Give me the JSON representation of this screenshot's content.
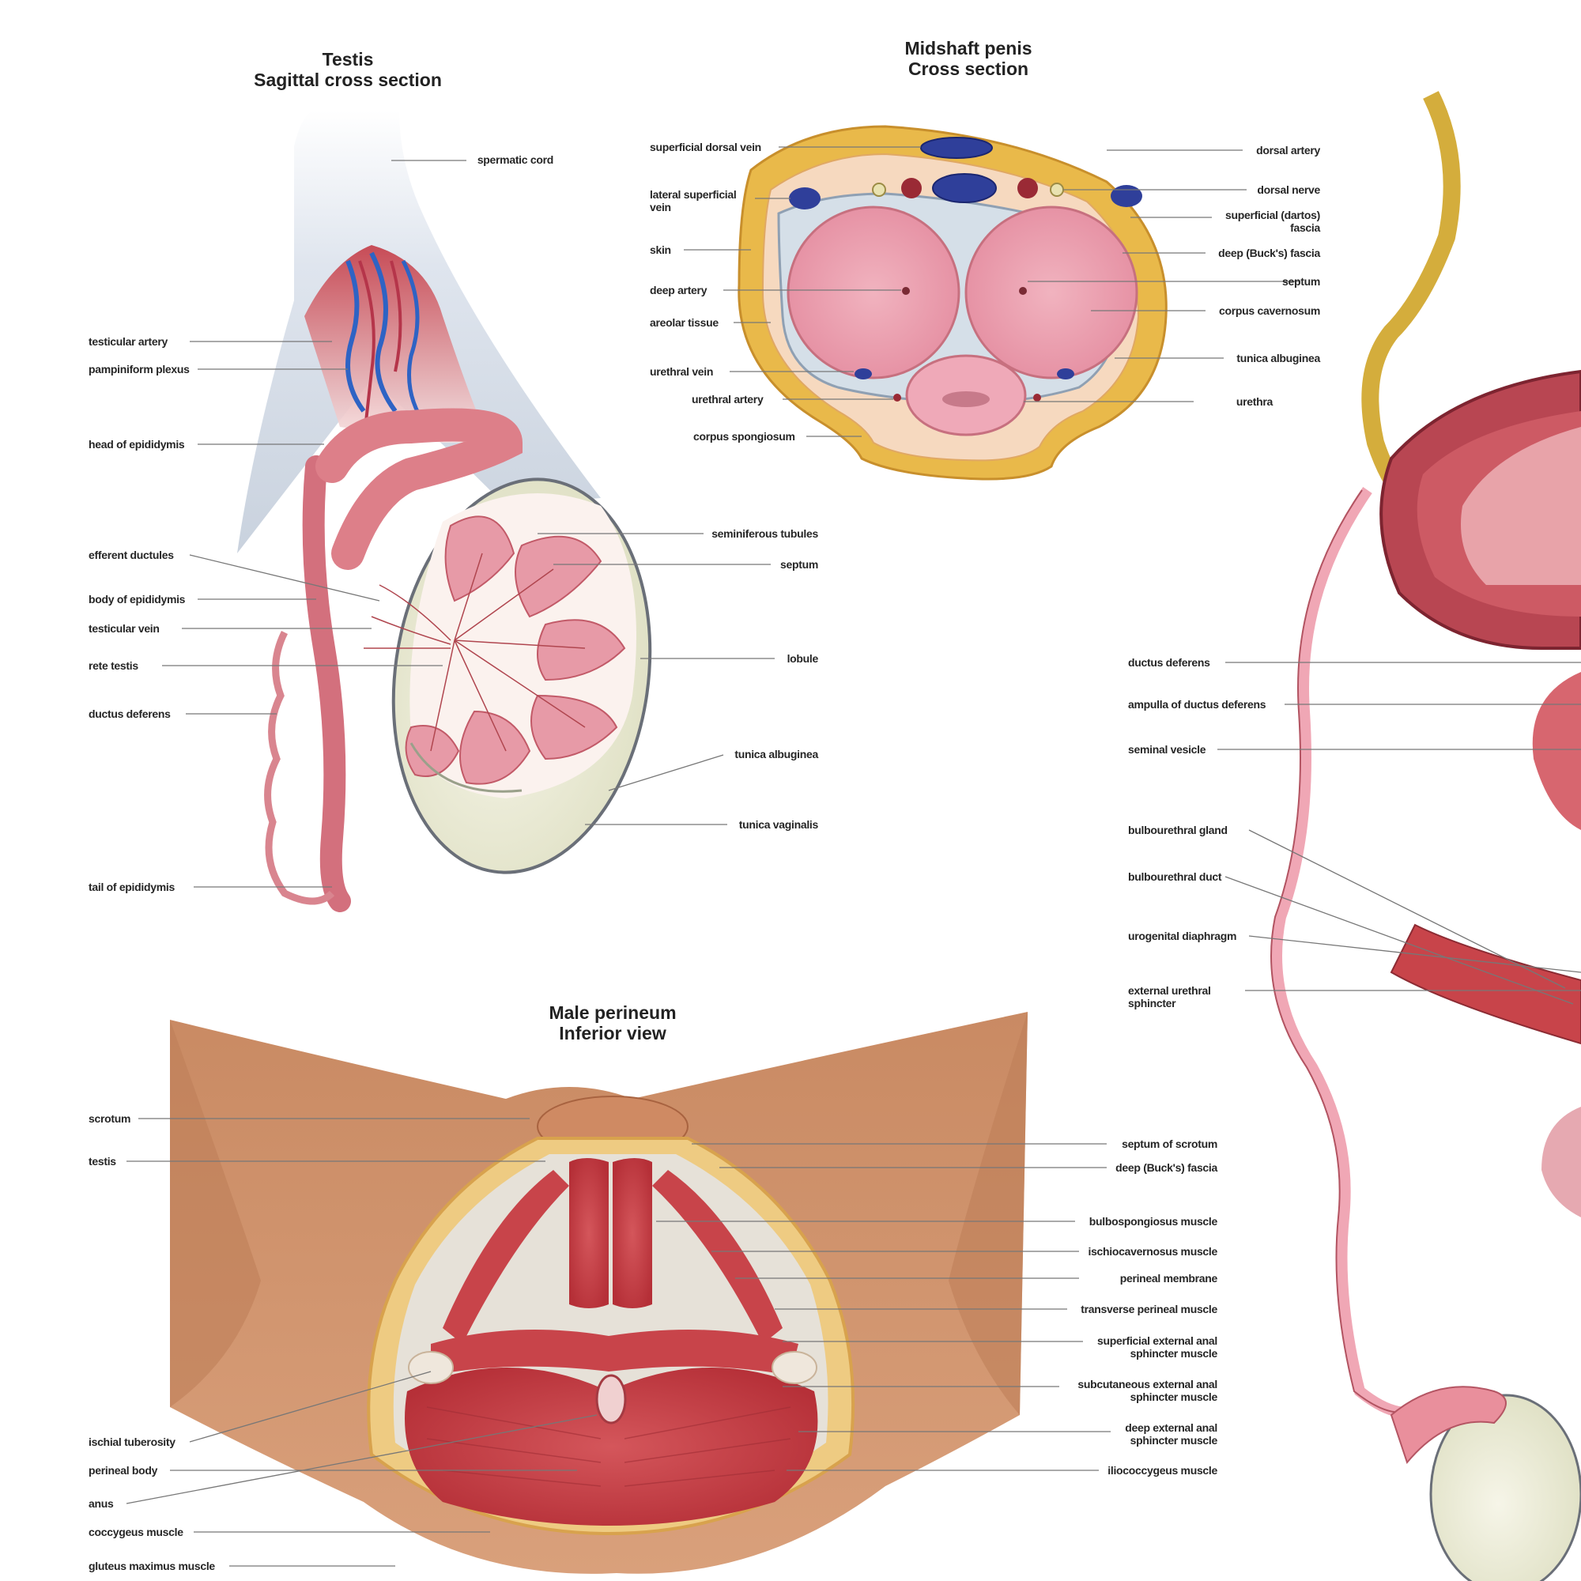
{
  "panels": {
    "testis": {
      "title": "Testis",
      "subtitle": "Sagittal cross section",
      "labels": {
        "spermatic_cord": "spermatic cord",
        "testicular_artery": "testicular artery",
        "pampiniform_plexus": "pampiniform plexus",
        "head_of_epididymis": "head of epididymis",
        "efferent_ductules": "efferent ductules",
        "body_of_epididymis": "body of epididymis",
        "testicular_vein": "testicular vein",
        "rete_testis": "rete testis",
        "ductus_deferens": "ductus deferens",
        "tail_of_epididymis": "tail of epididymis",
        "seminiferous_tubules": "seminiferous tubules",
        "septum": "septum",
        "lobule": "lobule",
        "tunica_albuginea": "tunica albuginea",
        "tunica_vaginalis": "tunica vaginalis"
      }
    },
    "penis": {
      "title": "Midshaft penis",
      "subtitle": "Cross section",
      "labels": {
        "superficial_dorsal_vein": "superficial dorsal vein",
        "lateral_superficial_vein": "lateral superficial vein",
        "skin": "skin",
        "deep_artery": "deep artery",
        "areolar_tissue": "areolar tissue",
        "urethral_vein": "urethral vein",
        "urethral_artery": "urethral artery",
        "corpus_spongiosum": "corpus spongiosum",
        "dorsal_artery": "dorsal artery",
        "dorsal_nerve": "dorsal nerve",
        "superficial_fascia": "superficial (dartos) fascia",
        "deep_fascia": "deep (Buck's) fascia",
        "septum": "septum",
        "corpus_cavernosum": "corpus cavernosum",
        "tunica_albuginea": "tunica albuginea",
        "urethra": "urethra"
      }
    },
    "perineum": {
      "title": "Male perineum",
      "subtitle": "Inferior view",
      "labels": {
        "scrotum": "scrotum",
        "testis": "testis",
        "ischial_tuberosity": "ischial tuberosity",
        "perineal_body": "perineal body",
        "anus": "anus",
        "coccygeus_muscle": "coccygeus muscle",
        "gluteus_maximus_muscle": "gluteus maximus muscle",
        "septum_of_scrotum": "septum of scrotum",
        "deep_fascia": "deep (Buck's) fascia",
        "bulbospongiosus_muscle": "bulbospongiosus muscle",
        "ischiocavernosus_muscle": "ischiocavernosus muscle",
        "perineal_membrane": "perineal membrane",
        "transverse_perineal_muscle": "transverse perineal muscle",
        "superficial_external_anal_sphincter": "superficial external anal sphincter muscle",
        "subcutaneous_external_anal_sphincter": "subcutaneous external anal sphincter muscle",
        "deep_external_anal_sphincter": "deep external anal sphincter muscle",
        "iliococcygeus_muscle": "iliococcygeus muscle"
      }
    },
    "sagittal": {
      "labels": {
        "ductus_deferens": "ductus deferens",
        "ampulla_of_ductus_deferens": "ampulla of ductus deferens",
        "seminal_vesicle": "seminal vesicle",
        "bulbourethral_gland": "bulbourethral gland",
        "bulbourethral_duct": "bulbourethral duct",
        "urogenital_diaphragm": "urogenital diaphragm",
        "external_urethral_sphincter": "external urethral sphincter"
      }
    }
  },
  "colors": {
    "muscle": "#c8444a",
    "skin": "#c98a63",
    "fat": "#e9b94a",
    "vein": "#2f3f9a",
    "corpus": "#e7a0ae",
    "tunica": "#e8ecd8",
    "cord": "#d4ad3c"
  }
}
